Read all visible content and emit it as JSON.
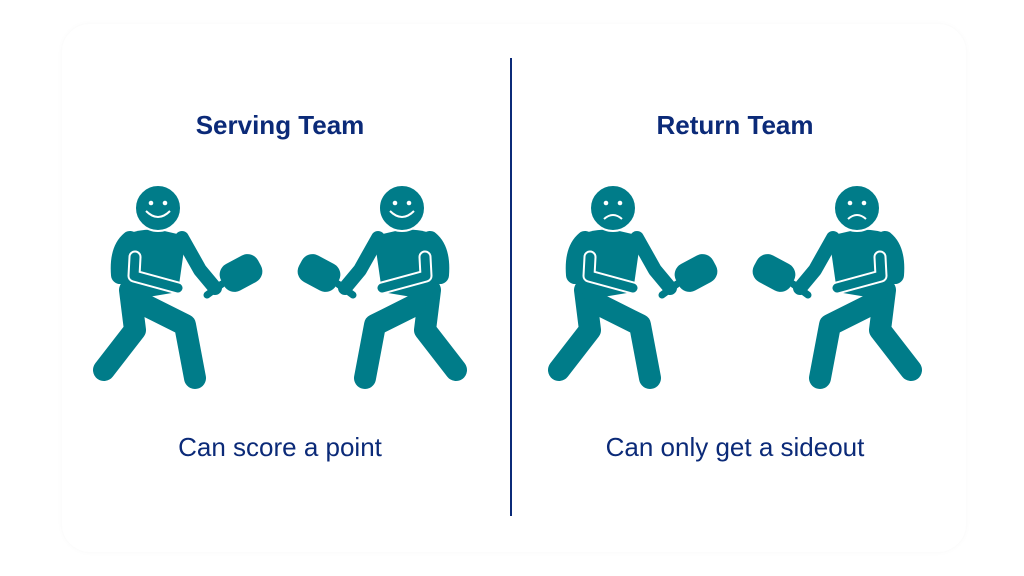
{
  "left": {
    "title": "Serving Team",
    "caption": "Can score a point",
    "mood": "happy"
  },
  "right": {
    "title": "Return Team",
    "caption": "Can only get a sideout",
    "mood": "sad"
  },
  "colors": {
    "figure": "#007c89",
    "text": "#0b2a78"
  }
}
